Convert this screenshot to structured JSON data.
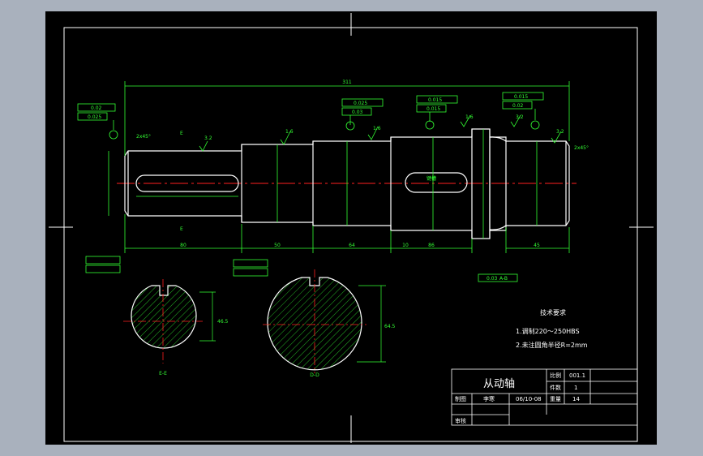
{
  "drawing": {
    "title": "从动轴",
    "overall_length": "311",
    "technical_requirements": {
      "heading": "技术要求",
      "items": [
        "1.调制220～250HBS",
        "2.未注圆角半径R=2mm"
      ]
    },
    "section_labels": [
      "E-E",
      "D-D"
    ],
    "section_dims": [
      "46.5",
      "64.5"
    ],
    "segment_lengths": [
      "80",
      "50",
      "64",
      "10",
      "86",
      "45"
    ],
    "chamfers": [
      "2x45°",
      "2x45°"
    ],
    "section_marks": [
      "E",
      "E"
    ],
    "roughness": [
      "3.2",
      "1.6",
      "1.6",
      "1.6",
      "3.2",
      "3.2"
    ],
    "tolerance_values": [
      "0.02",
      "0.025",
      "0.025",
      "0.03",
      "0.015",
      "0.015",
      "0.015",
      "0.02",
      "0.03"
    ],
    "keyway_label": "键槽",
    "datum": "A-B"
  },
  "title_block": {
    "scale_label": "比例",
    "scale_value": "001.1",
    "qty_label": "件数",
    "qty_value": "1",
    "drawn_label": "制图",
    "drawn_value": "李寒",
    "date_value": "06/10-08",
    "weight_label": "重量",
    "weight_value": "14",
    "check_label": "审核"
  }
}
